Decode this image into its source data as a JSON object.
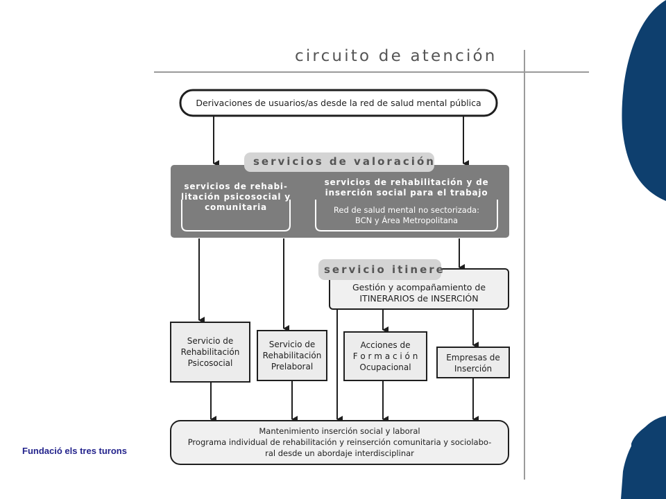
{
  "title": "circuito de atención",
  "derivaciones": "Derivaciones de usuarios/as desde la red de salud mental pública",
  "valoracion": {
    "tag": "servicios de valoración",
    "left": "servicios de rehabi-\nlitación psicosocial y\ncomunitaria",
    "right_title": "servicios de rehabilitación y de\ninserción social para el trabajo",
    "right_sub": "Red de salud mental no sectorizada:\nBCN y Área Metropolitana"
  },
  "itinere": {
    "tag": "servicio itinere",
    "gestion": "Gestión y acompañamiento de\nITINERARIOS de INSERCIÓN"
  },
  "services": {
    "psicosocial": "Servicio de\nRehabilitación\nPsicosocial",
    "prelaboral": "Servicio de\nRehabilitación\nPrelaboral",
    "formacion": "Acciones de\nF o r m a c i ó n\nOcupacional",
    "empresas": "Empresas   de\nInserción"
  },
  "mantenimiento": "Mantenimiento inserción social y laboral\nPrograma individual de rehabilitación y reinserción comunitaria y sociolabo-\nral desde un abordaje interdisciplinar",
  "footer": "Fundació els tres turons",
  "colors": {
    "brand_blue": "#0e3f6e",
    "panel_gray": "#7d7d7d",
    "box_fill": "#ececec",
    "tag_fill": "#d4d4d4",
    "footer_text": "#23238c"
  }
}
